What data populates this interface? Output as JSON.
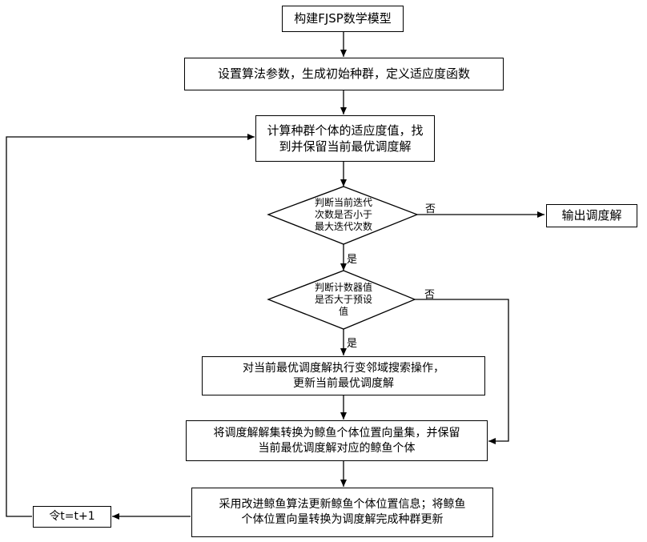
{
  "nodes": {
    "build_model": "构建FJSP数学模型",
    "set_params": "设置算法参数，生成初始种群，定义适应度函数",
    "calc_fitness_l1": "计算种群个体的适应度值，找",
    "calc_fitness_l2": "到并保留当前最优调度解",
    "judge_iter_l1": "判断当前迭代",
    "judge_iter_l2": "次数是否小于",
    "judge_iter_l3": "最大迭代次数",
    "output": "输出调度解",
    "judge_counter_l1": "判断计数器值",
    "judge_counter_l2": "是否大于预设",
    "judge_counter_l3": "值",
    "vns_l1": "对当前最优调度解执行变邻域搜索操作，",
    "vns_l2": "更新当前最优调度解",
    "convert_l1": "将调度解解集转换为鲸鱼个体位置向量集，并保留",
    "convert_l2": "当前最优调度解对应的鲸鱼个体",
    "update_l1": "采用改进鲸鱼算法更新鲸鱼个体位置信息；将鲸鱼",
    "update_l2": "个体位置向量转换为调度解完成种群更新",
    "increment": "令t=t+1"
  },
  "edge_labels": {
    "iter_no": "否",
    "iter_yes": "是",
    "counter_no": "否",
    "counter_yes": "是"
  }
}
